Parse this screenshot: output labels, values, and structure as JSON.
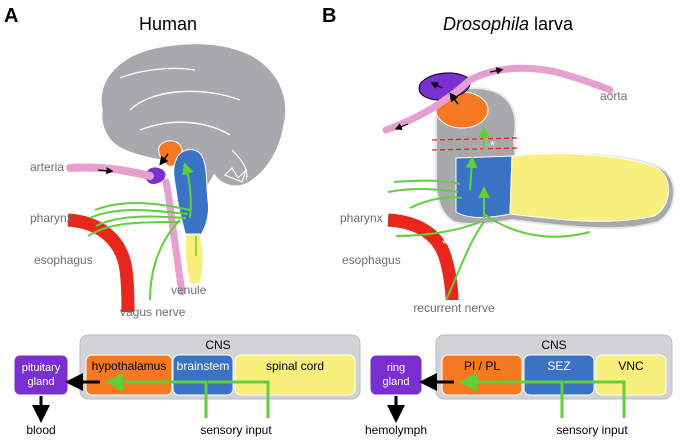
{
  "panel_a": {
    "letter": "A",
    "title": "Human",
    "labels": {
      "arteria": "arteria",
      "pharynx": "pharynx",
      "esophagus": "esophagus",
      "venule": "venule",
      "vagus_nerve": "vagus nerve"
    },
    "schematic": {
      "cns_label": "CNS",
      "gland": [
        "pituitary",
        "gland"
      ],
      "box1": "hypothalamus",
      "box2": "brainstem",
      "box3": "spinal cord",
      "output": "blood",
      "input": "sensory input"
    }
  },
  "panel_b": {
    "letter": "B",
    "title_italic": "Drosophila",
    "title_rest": " larva",
    "labels": {
      "aorta": "aorta",
      "pharynx": "pharynx",
      "esophagus": "esophagus",
      "recurrent_nerve": "recurrent nerve"
    },
    "asterisk": "*",
    "schematic": {
      "cns_label": "CNS",
      "gland": [
        "ring",
        "gland"
      ],
      "box1": "PI / PL",
      "box2": "SEZ",
      "box3": "VNC",
      "output": "hemolymph",
      "input": "sensory input"
    }
  },
  "colors": {
    "brain_gray": "#a7a9ac",
    "hypothalamus_orange": "#f47920",
    "brainstem_blue": "#3a73c4",
    "spinal_yellow": "#f8ef7c",
    "gland_purple": "#7b2fd1",
    "nerve_green": "#5fcf3c",
    "vessel_pink": "#e79fd1",
    "gut_red": "#e8261c",
    "cns_box": "#d1d3d4"
  }
}
